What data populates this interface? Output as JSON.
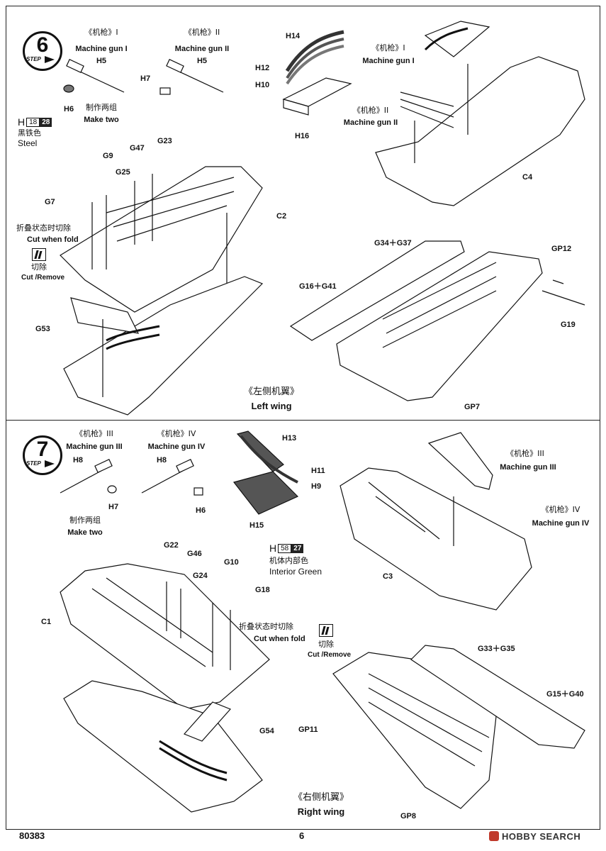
{
  "step6": {
    "step_word": "STEP",
    "step_number": "6",
    "mg1": {
      "cn": "《机枪》I",
      "en": "Machine gun I",
      "part": "H5"
    },
    "mg2": {
      "cn": "《机枪》II",
      "en": "Machine gun II",
      "part": "H5"
    },
    "part_H7": "H7",
    "part_H6": "H6",
    "make_two_cn": "制作两组",
    "make_two_en": "Make two",
    "color": {
      "letter": "H",
      "n1": "18",
      "n2": "28",
      "cn": "黑铁色",
      "en": "Steel"
    },
    "parts_top": {
      "H14": "H14",
      "H12": "H12",
      "H10": "H10",
      "H16": "H16"
    },
    "right_mg1": {
      "cn": "《机枪》I",
      "en": "Machine gun I"
    },
    "right_mg2": {
      "cn": "《机枪》II",
      "en": "Machine gun II"
    },
    "C4": "C4",
    "G9": "G9",
    "G47": "G47",
    "G23": "G23",
    "G25": "G25",
    "G7": "G7",
    "C2": "C2",
    "fold_cn": "折叠状态时切除",
    "fold_en": "Cut when fold",
    "cut_cn": "切除",
    "cut_en": "Cut /Remove",
    "G53": "G53",
    "G34_G37": "G34＋G37",
    "GP12": "GP12",
    "G16_G41": "G16＋G41",
    "G19": "G19",
    "GP7": "GP7",
    "wing_cn": "《左侧机翼》",
    "wing_en": "Left wing"
  },
  "step7": {
    "step_word": "STEP",
    "step_number": "7",
    "mg3": {
      "cn": "《机枪》III",
      "en": "Machine gun III",
      "part": "H8"
    },
    "mg4": {
      "cn": "《机枪》IV",
      "en": "Machine gun IV",
      "part": "H8"
    },
    "part_H7": "H7",
    "part_H6": "H6",
    "make_two_cn": "制作两组",
    "make_two_en": "Make two",
    "parts_top": {
      "H13": "H13",
      "H11": "H11",
      "H9": "H9",
      "H15": "H15"
    },
    "color": {
      "letter": "H",
      "n1": "58",
      "n2": "27",
      "cn": "机体内部色",
      "en": "Interior Green"
    },
    "right_mg3": {
      "cn": "《机枪》III",
      "en": "Machine gun III"
    },
    "right_mg4": {
      "cn": "《机枪》IV",
      "en": "Machine gun IV"
    },
    "C3": "C3",
    "G22": "G22",
    "G46": "G46",
    "G24": "G24",
    "G10": "G10",
    "G18": "G18",
    "C1": "C1",
    "fold_cn": "折叠状态时切除",
    "fold_en": "Cut when fold",
    "cut_cn": "切除",
    "cut_en": "Cut /Remove",
    "G33_G35": "G33＋G35",
    "G15_G40": "G15＋G40",
    "GP11": "GP11",
    "G54": "G54",
    "GP8": "GP8",
    "wing_cn": "《右侧机翼》",
    "wing_en": "Right wing"
  },
  "footer": {
    "kit_number": "80383",
    "page_number": "6",
    "watermark": "HOBBY SEARCH"
  }
}
